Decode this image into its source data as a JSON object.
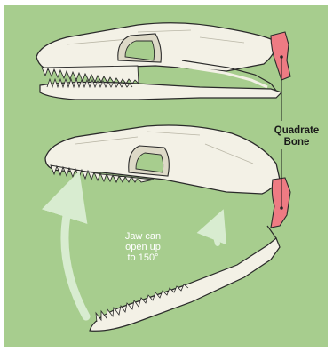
{
  "labels": {
    "quadrate": [
      "Quadrate",
      "Bone"
    ],
    "jaw_note": [
      "Jaw can",
      "open up",
      "to 150°"
    ]
  },
  "colors": {
    "background": "#a7cd8e",
    "bone_fill": "#f3f1e6",
    "bone_outline": "#2a2a2a",
    "quadrate_bone": "#ee7b83",
    "arrow": "#d8ecd0"
  }
}
